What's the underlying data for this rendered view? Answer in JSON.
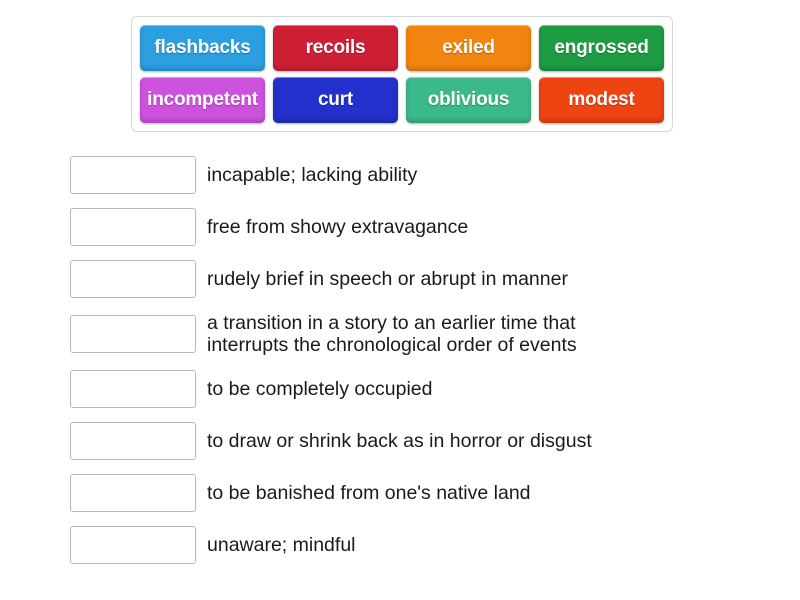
{
  "word_bank": {
    "rows": [
      [
        {
          "label": "flashbacks",
          "color": "#2B9FE0"
        },
        {
          "label": "recoils",
          "color": "#CE1F35"
        },
        {
          "label": "exiled",
          "color": "#F2850F"
        },
        {
          "label": "engrossed",
          "color": "#1E9C44"
        }
      ],
      [
        {
          "label": "incompetent",
          "color": "#CC52DE"
        },
        {
          "label": "curt",
          "color": "#2330CB"
        },
        {
          "label": "oblivious",
          "color": "#3CB98A"
        },
        {
          "label": "modest",
          "color": "#EE4412"
        }
      ]
    ]
  },
  "definitions": [
    {
      "answer": "",
      "text": "incapable; lacking ability",
      "text_line2": ""
    },
    {
      "answer": "",
      "text": "free from showy extravagance",
      "text_line2": ""
    },
    {
      "answer": "",
      "text": "rudely brief in speech or abrupt in manner",
      "text_line2": ""
    },
    {
      "answer": "",
      "text": "a transition in a story to an earlier time that",
      "text_line2": "interrupts the chronological order of events"
    },
    {
      "answer": "",
      "text": "to be completely occupied",
      "text_line2": ""
    },
    {
      "answer": "",
      "text": "to draw or shrink back as in horror or disgust",
      "text_line2": ""
    },
    {
      "answer": "",
      "text": "to be banished from one's native land",
      "text_line2": ""
    },
    {
      "answer": "",
      "text": "unaware; mindful",
      "text_line2": ""
    }
  ]
}
